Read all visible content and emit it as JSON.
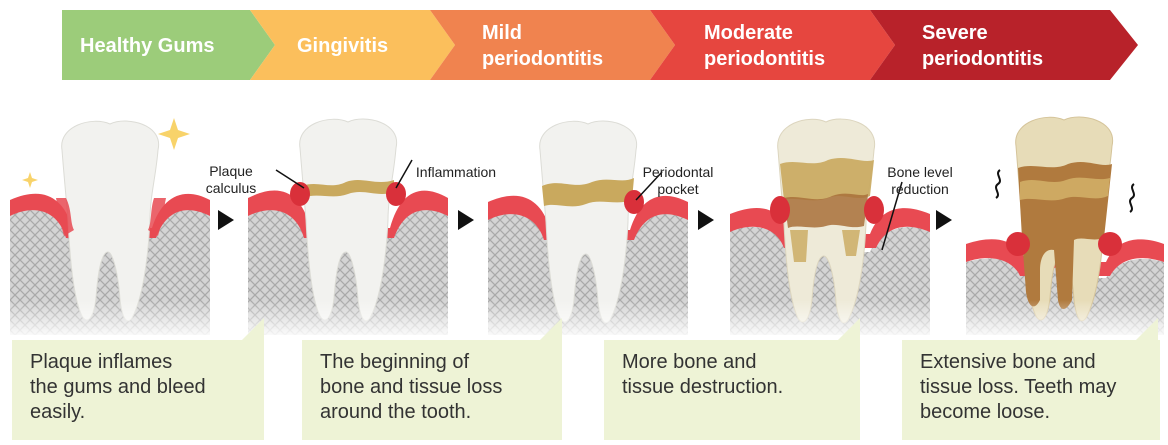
{
  "stages": [
    {
      "lines": [
        "Healthy Gums"
      ],
      "color": "#9ccc7a"
    },
    {
      "lines": [
        "Gingivitis"
      ],
      "color": "#fbbf5c"
    },
    {
      "lines": [
        "Mild",
        "periodontitis"
      ],
      "color": "#f0834f"
    },
    {
      "lines": [
        "Moderate",
        "periodontitis"
      ],
      "color": "#e6463f"
    },
    {
      "lines": [
        "Severe",
        "periodontitis"
      ],
      "color": "#b8222a"
    }
  ],
  "annotations": {
    "plaque_calculus": [
      "Plaque",
      "calculus"
    ],
    "inflammation": "Inflammation",
    "periodontal_pocket": [
      "Periodontal",
      "pocket"
    ],
    "bone_level_reduction": [
      "Bone level",
      "reduction"
    ]
  },
  "captions": [
    {
      "lines": [
        "Plaque inflames",
        "the gums and bleed",
        "easily."
      ]
    },
    {
      "lines": [
        "The beginning of",
        "bone and tissue loss",
        "around the tooth."
      ]
    },
    {
      "lines": [
        "More bone and",
        "tissue destruction."
      ]
    },
    {
      "lines": [
        "Extensive bone and",
        "tissue loss. Teeth may",
        "become loose."
      ]
    }
  ],
  "colors": {
    "gum": "#e84a52",
    "gum_light": "#f7b9bc",
    "tooth": "#f1f1ee",
    "plaque": "#c9a95e",
    "bone": "#c8c8c8",
    "caption_bg": "#eef3d6"
  },
  "icons": [
    "sparkle-icon",
    "play-arrow-icon",
    "shake-icon"
  ]
}
